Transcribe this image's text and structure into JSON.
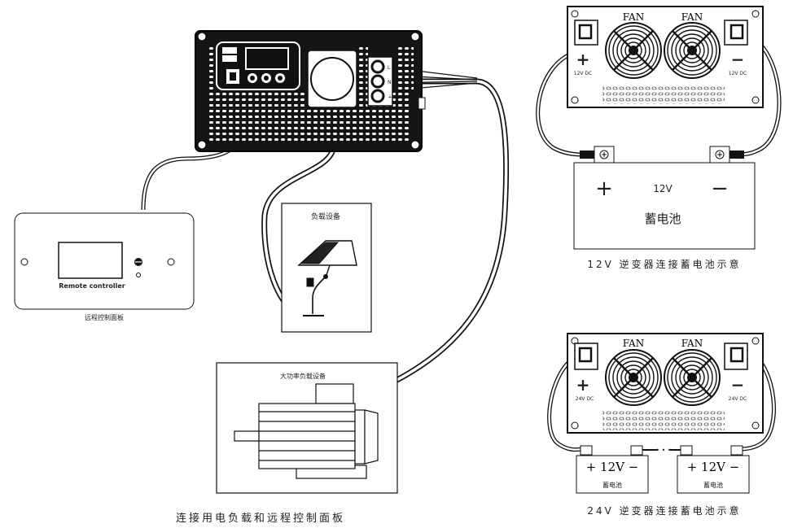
{
  "main_inverter": {
    "port_labels": [
      "L",
      "N",
      "⏚"
    ]
  },
  "remote": {
    "label": "Remote controller",
    "caption": "远程控制面板"
  },
  "load_small": {
    "caption": "负载设备"
  },
  "load_large": {
    "caption": "大功率负载设备"
  },
  "bottom_caption": "连接用电负载和远程控制面板",
  "inv12": {
    "fan_left": "FAN",
    "fan_right": "FAN",
    "plus": "+",
    "minus": "−",
    "dc_left": "12V DC",
    "dc_right": "12V DC",
    "battery": {
      "plus": "+",
      "minus": "−",
      "voltage": "12V",
      "name": "蓄电池"
    },
    "caption": "12V 逆变器连接蓄电池示意"
  },
  "inv24": {
    "fan_left": "FAN",
    "fan_right": "FAN",
    "plus": "+",
    "minus": "−",
    "dc_left": "24V DC",
    "dc_right": "24V DC",
    "battery_a": {
      "text": "+ 12V −",
      "name": "蓄电池"
    },
    "battery_b": {
      "text": "+ 12V −",
      "name": "蓄电池"
    },
    "ellipsis": "• • •",
    "caption": "24V 逆变器连接蓄电池示意"
  }
}
